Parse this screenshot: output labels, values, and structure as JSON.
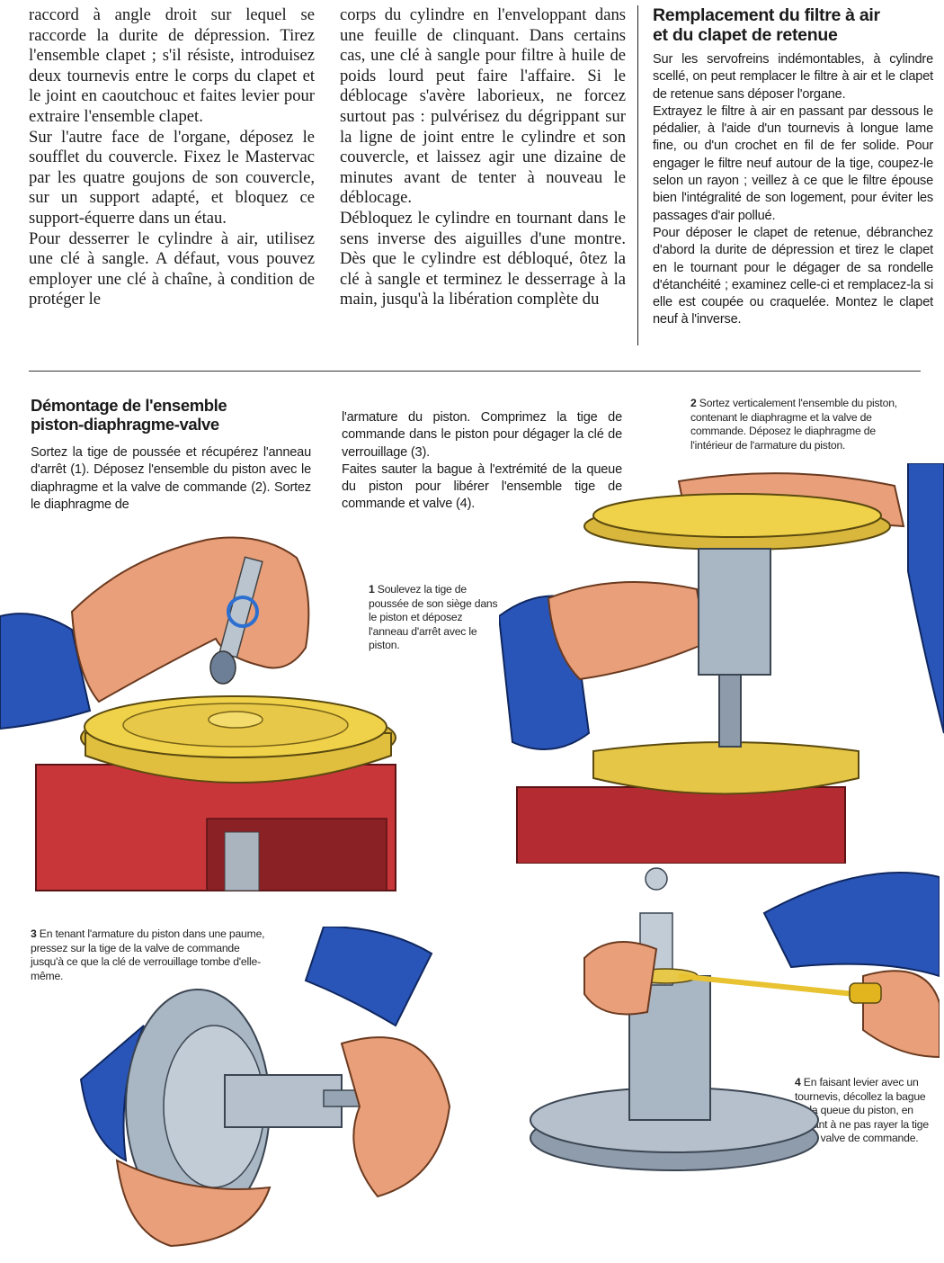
{
  "colors": {
    "body_yellow": "#f0d24a",
    "red_stand": "#c8363a",
    "sleeve_blue": "#2a55b8",
    "skin": "#e9a07a",
    "metal": "#a9b6c4"
  },
  "col1": {
    "paragraphs": [
      "raccord à angle droit sur lequel se raccorde la durite de dépression. Tirez l'ensemble clapet ; s'il résiste, introduisez deux tournevis entre le corps du clapet et le joint en caoutchouc et faites levier pour extraire l'ensemble clapet.",
      "Sur l'autre face de l'organe, déposez le soufflet du couvercle. Fixez le Mastervac par les quatre goujons de son couvercle, sur un support adapté, et bloquez ce support-équerre dans un étau.",
      "Pour desserrer le cylindre à air, utilisez une clé à sangle. A défaut, vous pouvez employer une clé à chaîne, à condition de protéger le"
    ]
  },
  "col2": {
    "paragraphs": [
      "corps du cylindre en l'enveloppant dans une feuille de clinquant. Dans certains cas, une clé à sangle pour filtre à huile de poids lourd peut faire l'affaire. Si le déblocage s'avère laborieux, ne forcez surtout pas : pulvérisez du dégrippant sur la ligne de joint entre le cylindre et son couvercle, et laissez agir une dizaine de minutes avant de tenter à nouveau le déblocage.",
      "Débloquez le cylindre en tournant dans le sens inverse des aiguilles d'une montre. Dès que le cylindre est débloqué, ôtez la clé à sangle et terminez le desserrage à la main, jusqu'à la libération complète du"
    ]
  },
  "sidebar": {
    "title_line1": "Remplacement du filtre à air",
    "title_line2": "et du clapet de retenue",
    "paragraphs": [
      "Sur les servofreins indémontables, à cylindre scellé, on peut remplacer le filtre à air et le clapet de retenue sans déposer l'organe.",
      "Extrayez le filtre à air en passant par dessous le pédalier, à l'aide d'un tournevis à longue lame fine, ou d'un crochet en fil de fer solide. Pour engager le filtre neuf autour de la tige, coupez-le selon un rayon ; veillez à ce que le filtre épouse bien l'intégralité de son logement, pour éviter les passages d'air pollué.",
      "Pour déposer le clapet de retenue, débranchez d'abord la durite de dépression et tirez le clapet en le tournant pour le dégager de sa rondelle d'étanchéité ; examinez celle-ci et remplacez-la si elle est coupée ou craquelée. Montez le clapet neuf à l'inverse."
    ]
  },
  "section2": {
    "title_line1": "Démontage de l'ensemble",
    "title_line2": "piston-diaphragme-valve",
    "text1": "Sortez la tige de poussée et récupérez l'anneau d'arrêt (1). Déposez l'ensemble du piston avec le diaphragme et la valve de commande (2). Sortez le diaphragme de",
    "text2a": "l'armature du piston. Comprimez la tige de commande dans le piston pour dégager la clé de verrouillage (3).",
    "text2b": "Faites sauter la bague à l'extrémité de la queue du piston pour libérer l'ensemble tige de commande et valve (4)."
  },
  "captions": {
    "c1": {
      "num": "1",
      "text": "Soulevez la tige de poussée de son siège dans le piston et déposez l'anneau d'arrêt avec le piston."
    },
    "c2": {
      "num": "2",
      "text": "Sortez verticalement l'ensemble du piston, contenant le diaphragme et la valve de commande. Déposez le diaphragme de l'intérieur de l'armature du piston."
    },
    "c3": {
      "num": "3",
      "text": "En tenant l'armature du piston dans une paume, pressez sur la tige de la valve de commande jusqu'à ce que la clé de verrouillage tombe d'elle-même."
    },
    "c4": {
      "num": "4",
      "text": "En faisant levier avec un tournevis, décollez la bague de la queue du piston, en veillant à ne pas rayer la tige de la valve de commande."
    }
  }
}
